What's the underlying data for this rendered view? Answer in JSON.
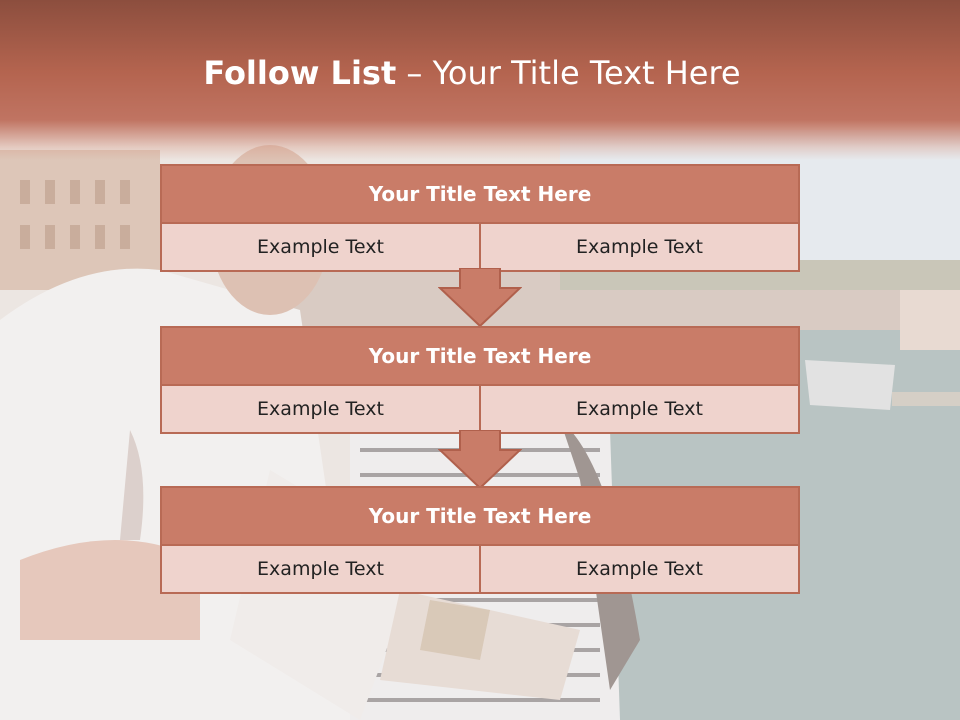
{
  "slide": {
    "title_bold": "Follow List",
    "title_dash": " – ",
    "title_rest": "Your Title Text Here"
  },
  "blocks": [
    {
      "title": "Your Title Text Here",
      "left": "Example Text",
      "right": "Example Text"
    },
    {
      "title": "Your Title Text Here",
      "left": "Example Text",
      "right": "Example Text"
    },
    {
      "title": "Your Title Text Here",
      "left": "Example Text",
      "right": "Example Text"
    }
  ],
  "colors": {
    "header": "#b4644f",
    "block_title_fill": "#c97c68",
    "cell_fill": "#efd3cd",
    "border": "#b86a55",
    "arrow": "#c97c68"
  }
}
